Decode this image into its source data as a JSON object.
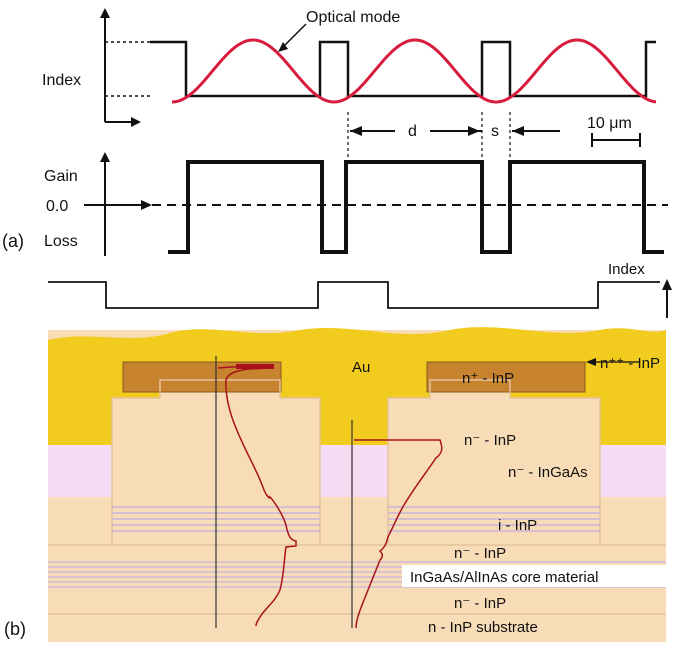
{
  "panel_a": {
    "label": "(a)",
    "index_plot": {
      "axis_label": "Index",
      "mode_label": "Optical mode",
      "d_label": "d",
      "s_label": "s",
      "scale_label": "10 μm"
    },
    "gain_plot": {
      "gain_label": "Gain",
      "zero_label": "0.0",
      "loss_label": "Loss"
    },
    "index_profile_label": "Index"
  },
  "panel_b": {
    "label": "(b)",
    "layers": {
      "au": "Au",
      "n_pp_inp": "n⁺⁺ - InP",
      "n_p_inp": "n⁺ - InP",
      "n_m_inp_ridge": "n⁻ - InP",
      "n_m_ingaas": "n⁻ - InGaAs",
      "i_inp": "i - InP",
      "n_m_inp_lower": "n⁻ - InP",
      "core": "InGaAs/AlInAs core material",
      "n_m_inp_clad": "n⁻ - InP",
      "substrate": "n - InP substrate"
    }
  },
  "colors": {
    "mode_curve": "#d81b3c",
    "gold": "#f2cb1f",
    "contact": "#c8832e",
    "inp": "#f8dcb7",
    "ingaas": "#f5dcf2",
    "core_lines": "#c8b4d8",
    "field_curve": "#a8121a"
  }
}
